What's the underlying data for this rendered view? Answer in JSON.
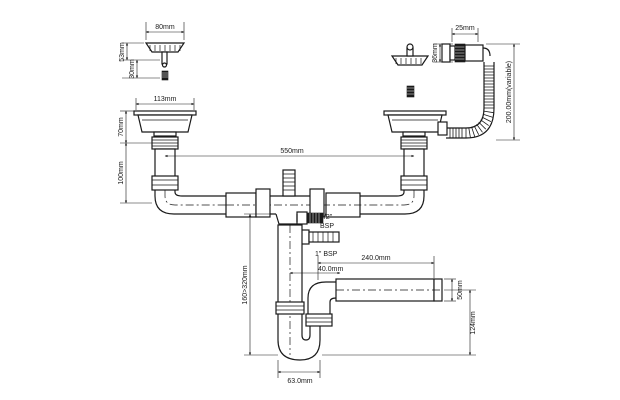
{
  "dimensions": {
    "strainer_width": "80mm",
    "strainer_height": "53mm",
    "strainer_stem": "30mm",
    "basket_width": "113mm",
    "basket_depth": "70mm",
    "tailpiece_length": "100mm",
    "centre_distance": "550mm",
    "overflow_width": "25mm",
    "overflow_height": "36mm",
    "overflow_hose": "200.00mm(variable)",
    "spigot_half": "1/2\"",
    "spigot_half_bsp": "BSP",
    "spigot_one": "1\" BSP",
    "trap_height_range": "160>320mm",
    "outlet_length": "240.0mm",
    "outlet_offset": "40.0mm",
    "outlet_diameter": "50mm",
    "outlet_height": "124mm",
    "trap_width": "63.0mm"
  },
  "colors": {
    "line": "#1a1a1a",
    "background": "#ffffff"
  }
}
